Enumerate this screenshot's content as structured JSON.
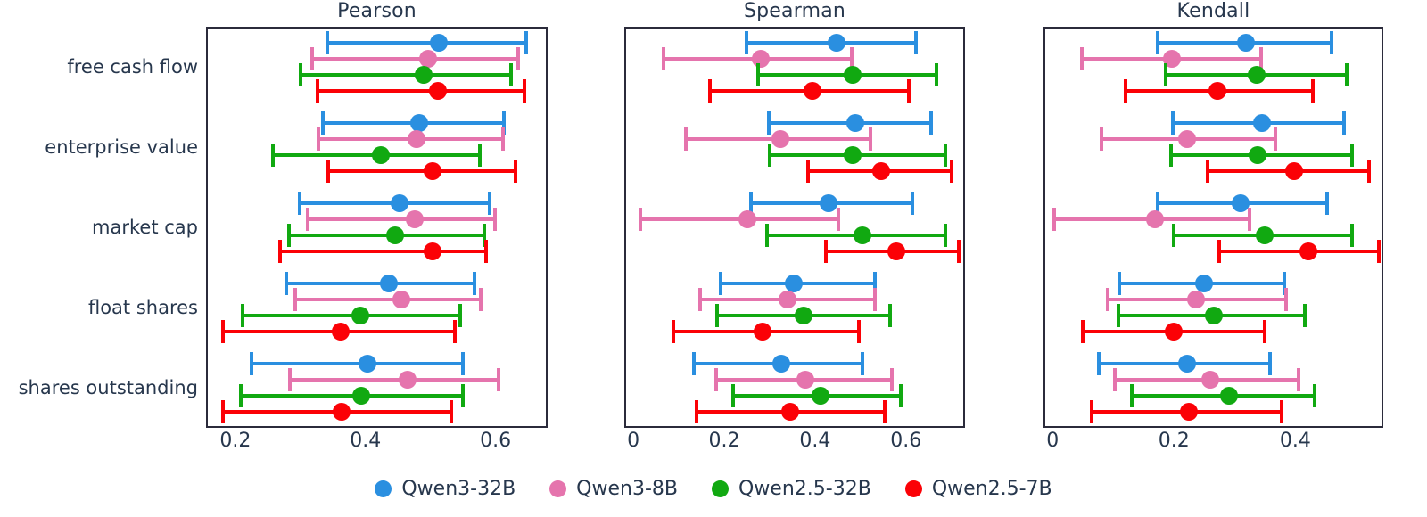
{
  "figure": {
    "background": "#ffffff",
    "text_color": "#27374d",
    "axis_color": "#2b2b3b"
  },
  "legend": {
    "position": "bottom-center",
    "entries": [
      {
        "label": "Qwen3-32B",
        "color": "#2a8fe0"
      },
      {
        "label": "Qwen3-8B",
        "color": "#e574ad"
      },
      {
        "label": "Qwen2.5-32B",
        "color": "#11a911"
      },
      {
        "label": "Qwen2.5-7B",
        "color": "#fb0106"
      }
    ]
  },
  "chart_data": {
    "type": "scatter",
    "subtype": "dot-plot-with-error-bars",
    "title": "",
    "xlabel": "",
    "ylabel": "",
    "grid": false,
    "categories": [
      "free cash flow",
      "enterprise value",
      "market cap",
      "float shares",
      "shares outstanding"
    ],
    "series_names": [
      "Qwen3-32B",
      "Qwen3-8B",
      "Qwen2.5-32B",
      "Qwen2.5-7B"
    ],
    "series_colors": [
      "#2a8fe0",
      "#e574ad",
      "#11a911",
      "#fb0106"
    ],
    "panels": [
      {
        "title": "Pearson",
        "xlim": [
          0.155,
          0.68
        ],
        "xticks": [
          0.2,
          0.4,
          0.6
        ],
        "xticklabels": [
          "0.2",
          "0.4",
          "0.6"
        ],
        "rows": [
          {
            "category": "free cash flow",
            "points": [
              {
                "series": "Qwen3-32B",
                "value": 0.513,
                "low": 0.338,
                "high": 0.65
              },
              {
                "series": "Qwen3-8B",
                "value": 0.497,
                "low": 0.315,
                "high": 0.637
              },
              {
                "series": "Qwen2.5-32B",
                "value": 0.489,
                "low": 0.298,
                "high": 0.627
              },
              {
                "series": "Qwen2.5-7B",
                "value": 0.512,
                "low": 0.323,
                "high": 0.647
              }
            ]
          },
          {
            "category": "enterprise value",
            "points": [
              {
                "series": "Qwen3-32B",
                "value": 0.483,
                "low": 0.332,
                "high": 0.616
              },
              {
                "series": "Qwen3-8B",
                "value": 0.478,
                "low": 0.325,
                "high": 0.614
              },
              {
                "series": "Qwen2.5-32B",
                "value": 0.423,
                "low": 0.255,
                "high": 0.578
              },
              {
                "series": "Qwen2.5-7B",
                "value": 0.503,
                "low": 0.34,
                "high": 0.634
              }
            ]
          },
          {
            "category": "market cap",
            "points": [
              {
                "series": "Qwen3-32B",
                "value": 0.452,
                "low": 0.296,
                "high": 0.593
              },
              {
                "series": "Qwen3-8B",
                "value": 0.476,
                "low": 0.308,
                "high": 0.602
              },
              {
                "series": "Qwen2.5-32B",
                "value": 0.446,
                "low": 0.28,
                "high": 0.585
              },
              {
                "series": "Qwen2.5-7B",
                "value": 0.503,
                "low": 0.266,
                "high": 0.588
              }
            ]
          },
          {
            "category": "float shares",
            "points": [
              {
                "series": "Qwen3-32B",
                "value": 0.436,
                "low": 0.275,
                "high": 0.57
              },
              {
                "series": "Qwen3-8B",
                "value": 0.455,
                "low": 0.29,
                "high": 0.58
              },
              {
                "series": "Qwen2.5-32B",
                "value": 0.392,
                "low": 0.208,
                "high": 0.548
              },
              {
                "series": "Qwen2.5-7B",
                "value": 0.362,
                "low": 0.178,
                "high": 0.54
              }
            ]
          },
          {
            "category": "shares outstanding",
            "points": [
              {
                "series": "Qwen3-32B",
                "value": 0.403,
                "low": 0.222,
                "high": 0.552
              },
              {
                "series": "Qwen3-8B",
                "value": 0.465,
                "low": 0.281,
                "high": 0.608
              },
              {
                "series": "Qwen2.5-32B",
                "value": 0.393,
                "low": 0.206,
                "high": 0.552
              },
              {
                "series": "Qwen2.5-7B",
                "value": 0.364,
                "low": 0.178,
                "high": 0.535
              }
            ]
          }
        ]
      },
      {
        "title": "Spearman",
        "xlim": [
          -0.02,
          0.73
        ],
        "xticks": [
          0.0,
          0.2,
          0.4,
          0.6
        ],
        "xticklabels": [
          "0",
          "0.2",
          "0.4",
          "0.6"
        ],
        "rows": [
          {
            "category": "free cash flow",
            "points": [
              {
                "series": "Qwen3-32B",
                "value": 0.447,
                "low": 0.245,
                "high": 0.625
              },
              {
                "series": "Qwen3-8B",
                "value": 0.281,
                "low": 0.063,
                "high": 0.485
              },
              {
                "series": "Qwen2.5-32B",
                "value": 0.483,
                "low": 0.27,
                "high": 0.672
              },
              {
                "series": "Qwen2.5-7B",
                "value": 0.395,
                "low": 0.165,
                "high": 0.61
              }
            ]
          },
          {
            "category": "enterprise value",
            "points": [
              {
                "series": "Qwen3-32B",
                "value": 0.488,
                "low": 0.295,
                "high": 0.66
              },
              {
                "series": "Qwen3-8B",
                "value": 0.323,
                "low": 0.112,
                "high": 0.525
              },
              {
                "series": "Qwen2.5-32B",
                "value": 0.482,
                "low": 0.296,
                "high": 0.69
              },
              {
                "series": "Qwen2.5-7B",
                "value": 0.545,
                "low": 0.38,
                "high": 0.705
              }
            ]
          },
          {
            "category": "market cap",
            "points": [
              {
                "series": "Qwen3-32B",
                "value": 0.43,
                "low": 0.255,
                "high": 0.618
              },
              {
                "series": "Qwen3-8B",
                "value": 0.25,
                "low": 0.012,
                "high": 0.455
              },
              {
                "series": "Qwen2.5-32B",
                "value": 0.505,
                "low": 0.29,
                "high": 0.69
              },
              {
                "series": "Qwen2.5-7B",
                "value": 0.578,
                "low": 0.42,
                "high": 0.72
              }
            ]
          },
          {
            "category": "float shares",
            "points": [
              {
                "series": "Qwen3-32B",
                "value": 0.353,
                "low": 0.188,
                "high": 0.535
              },
              {
                "series": "Qwen3-8B",
                "value": 0.34,
                "low": 0.143,
                "high": 0.535
              },
              {
                "series": "Qwen2.5-32B",
                "value": 0.375,
                "low": 0.18,
                "high": 0.57
              },
              {
                "series": "Qwen2.5-7B",
                "value": 0.285,
                "low": 0.085,
                "high": 0.5
              }
            ]
          },
          {
            "category": "shares outstanding",
            "points": [
              {
                "series": "Qwen3-32B",
                "value": 0.325,
                "low": 0.13,
                "high": 0.508
              },
              {
                "series": "Qwen3-8B",
                "value": 0.378,
                "low": 0.178,
                "high": 0.573
              },
              {
                "series": "Qwen2.5-32B",
                "value": 0.412,
                "low": 0.215,
                "high": 0.592
              },
              {
                "series": "Qwen2.5-7B",
                "value": 0.345,
                "low": 0.135,
                "high": 0.557
              }
            ]
          }
        ]
      },
      {
        "title": "Kendall",
        "xlim": [
          -0.015,
          0.545
        ],
        "xticks": [
          0.0,
          0.2,
          0.4
        ],
        "xticklabels": [
          "0",
          "0.2",
          "0.4"
        ],
        "rows": [
          {
            "category": "free cash flow",
            "points": [
              {
                "series": "Qwen3-32B",
                "value": 0.318,
                "low": 0.17,
                "high": 0.462
              },
              {
                "series": "Qwen3-8B",
                "value": 0.196,
                "low": 0.045,
                "high": 0.347
              },
              {
                "series": "Qwen2.5-32B",
                "value": 0.337,
                "low": 0.183,
                "high": 0.487
              },
              {
                "series": "Qwen2.5-7B",
                "value": 0.272,
                "low": 0.117,
                "high": 0.432
              }
            ]
          },
          {
            "category": "enterprise value",
            "points": [
              {
                "series": "Qwen3-32B",
                "value": 0.345,
                "low": 0.195,
                "high": 0.483
              },
              {
                "series": "Qwen3-8B",
                "value": 0.222,
                "low": 0.078,
                "high": 0.37
              },
              {
                "series": "Qwen2.5-32B",
                "value": 0.338,
                "low": 0.192,
                "high": 0.497
              },
              {
                "series": "Qwen2.5-7B",
                "value": 0.398,
                "low": 0.252,
                "high": 0.525
              }
            ]
          },
          {
            "category": "market cap",
            "points": [
              {
                "series": "Qwen3-32B",
                "value": 0.31,
                "low": 0.17,
                "high": 0.455
              },
              {
                "series": "Qwen3-8B",
                "value": 0.168,
                "low": 0.0,
                "high": 0.327
              },
              {
                "series": "Qwen2.5-32B",
                "value": 0.35,
                "low": 0.197,
                "high": 0.497
              },
              {
                "series": "Qwen2.5-7B",
                "value": 0.422,
                "low": 0.272,
                "high": 0.54
              }
            ]
          },
          {
            "category": "float shares",
            "points": [
              {
                "series": "Qwen3-32B",
                "value": 0.25,
                "low": 0.107,
                "high": 0.385
              },
              {
                "series": "Qwen3-8B",
                "value": 0.237,
                "low": 0.088,
                "high": 0.388
              },
              {
                "series": "Qwen2.5-32B",
                "value": 0.265,
                "low": 0.105,
                "high": 0.418
              },
              {
                "series": "Qwen2.5-7B",
                "value": 0.2,
                "low": 0.047,
                "high": 0.352
              }
            ]
          },
          {
            "category": "shares outstanding",
            "points": [
              {
                "series": "Qwen3-32B",
                "value": 0.222,
                "low": 0.073,
                "high": 0.362
              },
              {
                "series": "Qwen3-8B",
                "value": 0.26,
                "low": 0.1,
                "high": 0.408
              },
              {
                "series": "Qwen2.5-32B",
                "value": 0.29,
                "low": 0.128,
                "high": 0.435
              },
              {
                "series": "Qwen2.5-7B",
                "value": 0.225,
                "low": 0.062,
                "high": 0.38
              }
            ]
          }
        ]
      }
    ]
  }
}
